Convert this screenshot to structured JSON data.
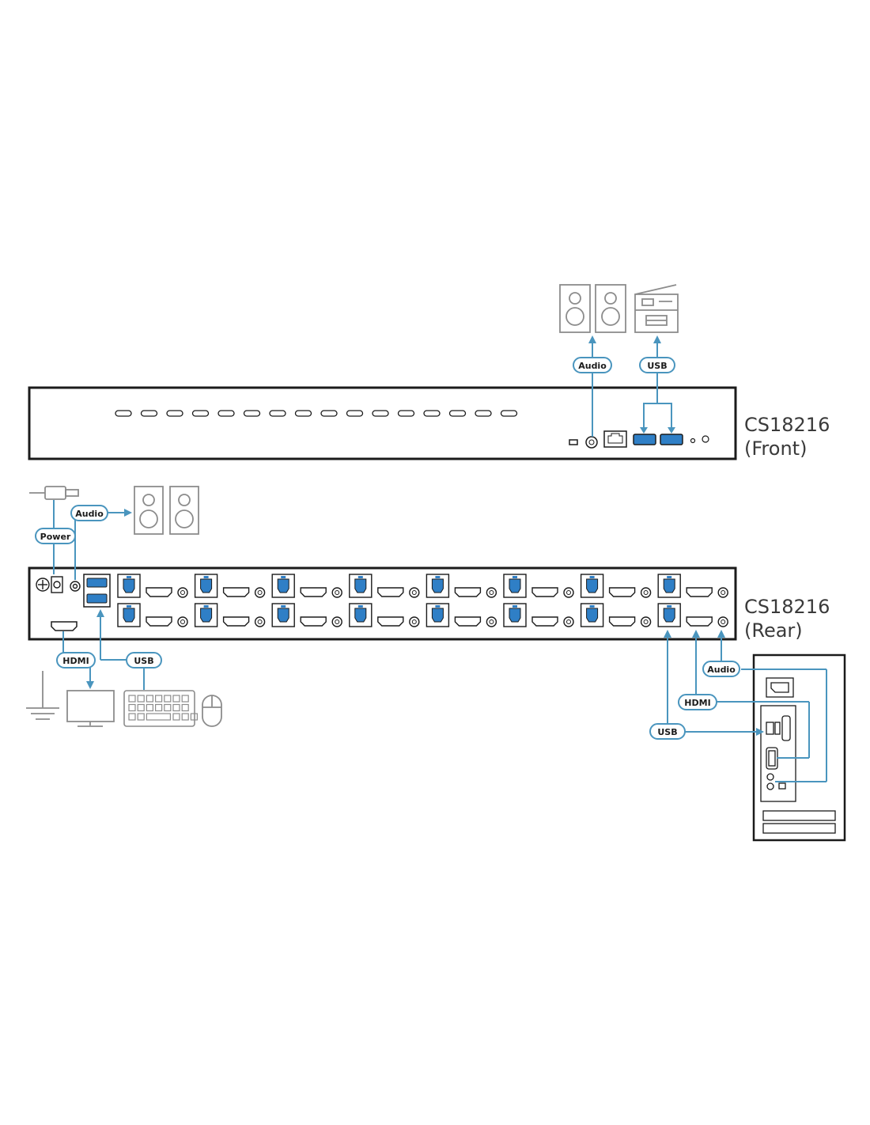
{
  "front_title": {
    "model": "CS18216",
    "view": "(Front)"
  },
  "rear_title": {
    "model": "CS18216",
    "view": "(Rear)"
  },
  "labels": {
    "front_audio": "Audio",
    "front_usb": "USB",
    "rear_audio": "Audio",
    "rear_power": "Power",
    "rear_hdmi": "HDMI",
    "rear_usb": "USB",
    "pc_audio": "Audio",
    "pc_hdmi": "HDMI",
    "pc_usb": "USB"
  },
  "devices": {
    "front": [
      "speakers-icon",
      "printer-icon"
    ],
    "rear_console": [
      "power-plug-icon",
      "speakers-icon",
      "ground-icon",
      "monitor-icon",
      "keyboard-icon",
      "mouse-icon"
    ],
    "computer": [
      "computer-tower-icon"
    ]
  },
  "port_sets_per_row": 8,
  "colors": {
    "connector": "#4a95be",
    "port_blue": "#2f7fc6",
    "outline": "#1b1b1b",
    "device": "#8c8c8c"
  }
}
